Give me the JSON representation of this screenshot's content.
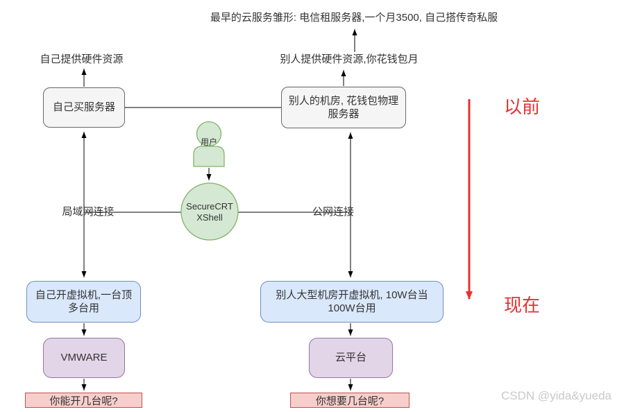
{
  "title_note": "最早的云服务雏形: 电信租服务器,一个月3500, 自己搭传奇私服",
  "left": {
    "hw_label": "自己提供硬件资源",
    "server_box": "自己买服务器",
    "net_label": "局域网连接",
    "vm_box": "自己开虚拟机,一台顶多台用",
    "platform_box": "VMWARE",
    "question": "你能开几台呢?"
  },
  "right": {
    "hw_label": "别人提供硬件资源,你花钱包月",
    "server_box": "别人的机房, 花钱包物理服务器",
    "net_label": "公网连接",
    "vm_box": "别人大型机房开虚拟机, 10W台当100W台用",
    "platform_box": "云平台",
    "question": "你想要几台呢?"
  },
  "center": {
    "user_label": "用户",
    "tool_label": "SecureCRT XShell"
  },
  "timeline": {
    "past": "以前",
    "present": "现在"
  },
  "watermark": "CSDN @yida&yueda",
  "colors": {
    "box_gray_fill": "#f5f5f5",
    "box_gray_border": "#666666",
    "box_blue_fill": "#dae8fc",
    "box_blue_border": "#6c8ebf",
    "box_purple_fill": "#e1d5e7",
    "box_purple_border": "#9673a6",
    "bar_pink_fill": "#f8cecc",
    "bar_pink_border": "#b85450",
    "shape_green_fill": "#d5e8d4",
    "shape_green_border": "#82b366",
    "timeline_red": "#e83030",
    "connector_black": "#000000"
  }
}
